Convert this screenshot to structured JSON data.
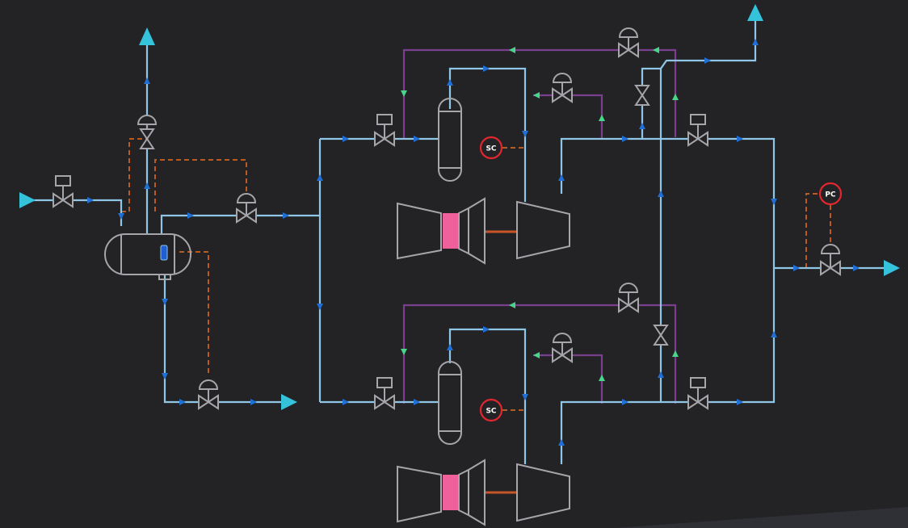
{
  "instruments": {
    "speed_controller_top": "SC",
    "speed_controller_bottom": "SC",
    "pressure_controller": "PC"
  },
  "colors": {
    "background": "#232326",
    "process_line": "#8fc6e6",
    "recycle_line": "#7a3f8c",
    "signal_line": "#b85a22",
    "flow_arrow": "#1f6fd6",
    "recycle_arrow": "#47d68a",
    "terminal_arrow": "#35c3dc",
    "instrument_ring": "#e0262e",
    "turbine_rotor": "#f0609a"
  },
  "icons": {
    "separator": "horizontal-vessel-icon",
    "scrubber": "vertical-vessel-icon",
    "compressor": "compressor-icon",
    "driver": "gas-turbine-icon",
    "valve": "gate-valve-icon",
    "control_valve": "control-valve-icon"
  }
}
